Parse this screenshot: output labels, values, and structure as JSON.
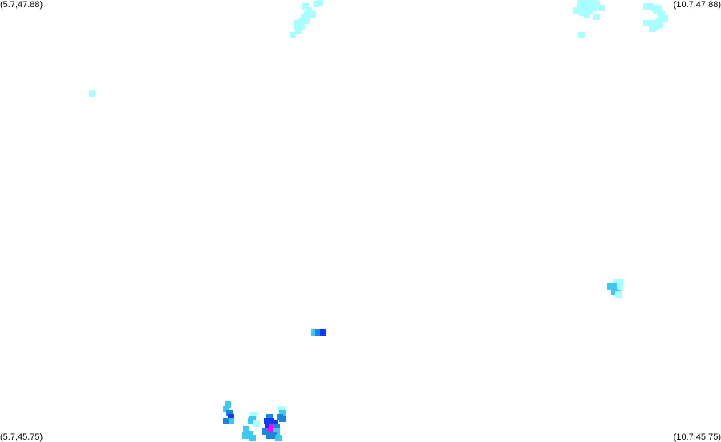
{
  "map": {
    "corners": {
      "top_left": "(5.7,47.88)",
      "top_right": "(10.7,47.88)",
      "bottom_left": "(5.7,45.75)",
      "bottom_right": "(10.7,45.75)"
    },
    "intensity_colors": {
      "1": "#a8fffe",
      "2": "#3fc8f4",
      "3": "#1a86e0",
      "4": "#0f3cf0",
      "5": "#ff00ff"
    },
    "precip_cells": [
      [
        6.34,
        47.43,
        1
      ],
      [
        7.92,
        47.88,
        1
      ],
      [
        7.89,
        47.86,
        1
      ],
      [
        7.82,
        47.85,
        1
      ],
      [
        7.84,
        47.83,
        1
      ],
      [
        7.83,
        47.81,
        1
      ],
      [
        7.81,
        47.8,
        1
      ],
      [
        7.87,
        47.81,
        1
      ],
      [
        7.83,
        47.79,
        1
      ],
      [
        7.79,
        47.78,
        1
      ],
      [
        7.82,
        47.78,
        1
      ],
      [
        7.76,
        47.77,
        1
      ],
      [
        7.79,
        47.75,
        1
      ],
      [
        7.76,
        47.75,
        1
      ],
      [
        7.77,
        47.73,
        1
      ],
      [
        7.73,
        47.71,
        1
      ],
      [
        9.72,
        47.88,
        1
      ],
      [
        9.75,
        47.88,
        1
      ],
      [
        9.78,
        47.88,
        1
      ],
      [
        9.81,
        47.88,
        1
      ],
      [
        9.72,
        47.86,
        1
      ],
      [
        9.75,
        47.86,
        1
      ],
      [
        9.78,
        47.86,
        1
      ],
      [
        9.81,
        47.86,
        1
      ],
      [
        9.84,
        47.86,
        1
      ],
      [
        9.73,
        47.85,
        1
      ],
      [
        9.76,
        47.85,
        1
      ],
      [
        9.79,
        47.85,
        1
      ],
      [
        9.82,
        47.84,
        1
      ],
      [
        9.87,
        47.84,
        1
      ],
      [
        9.7,
        47.83,
        1
      ],
      [
        9.73,
        47.83,
        1
      ],
      [
        9.76,
        47.83,
        1
      ],
      [
        9.79,
        47.83,
        1
      ],
      [
        9.74,
        47.82,
        1
      ],
      [
        9.77,
        47.81,
        1
      ],
      [
        9.84,
        47.8,
        1
      ],
      [
        9.73,
        47.71,
        1
      ],
      [
        10.18,
        47.85,
        1
      ],
      [
        10.21,
        47.85,
        1
      ],
      [
        10.24,
        47.84,
        1
      ],
      [
        10.27,
        47.84,
        1
      ],
      [
        10.25,
        47.83,
        1
      ],
      [
        10.28,
        47.82,
        1
      ],
      [
        10.29,
        47.81,
        1
      ],
      [
        10.31,
        47.79,
        1
      ],
      [
        10.27,
        47.78,
        1
      ],
      [
        10.24,
        47.77,
        1
      ],
      [
        10.21,
        47.77,
        1
      ],
      [
        10.18,
        47.77,
        1
      ],
      [
        10.26,
        47.76,
        1
      ],
      [
        10.28,
        47.76,
        1
      ],
      [
        10.25,
        47.75,
        1
      ],
      [
        10.22,
        47.74,
        1
      ],
      [
        9.97,
        46.52,
        1
      ],
      [
        10.0,
        46.52,
        1
      ],
      [
        9.93,
        46.5,
        2
      ],
      [
        9.96,
        46.5,
        2
      ],
      [
        9.98,
        46.49,
        2
      ],
      [
        10.0,
        46.5,
        1
      ],
      [
        9.96,
        46.47,
        2
      ],
      [
        9.99,
        46.46,
        1
      ],
      [
        7.88,
        46.28,
        2
      ],
      [
        7.91,
        46.28,
        3
      ],
      [
        7.94,
        46.28,
        4
      ],
      [
        7.28,
        45.93,
        2
      ],
      [
        7.27,
        45.91,
        2
      ],
      [
        7.29,
        45.89,
        3
      ],
      [
        7.3,
        45.87,
        4
      ],
      [
        7.3,
        45.85,
        2
      ],
      [
        7.27,
        45.85,
        3
      ],
      [
        7.46,
        45.88,
        1
      ],
      [
        7.45,
        45.86,
        2
      ],
      [
        7.44,
        45.85,
        2
      ],
      [
        7.48,
        45.84,
        1
      ],
      [
        7.65,
        45.91,
        1
      ],
      [
        7.66,
        45.89,
        2
      ],
      [
        7.64,
        45.87,
        3
      ],
      [
        7.66,
        45.86,
        3
      ],
      [
        7.57,
        45.87,
        3
      ],
      [
        7.55,
        45.85,
        4
      ],
      [
        7.58,
        45.85,
        4
      ],
      [
        7.61,
        45.84,
        4
      ],
      [
        7.56,
        45.82,
        4
      ],
      [
        7.59,
        45.82,
        5
      ],
      [
        7.62,
        45.82,
        3
      ],
      [
        7.54,
        45.8,
        3
      ],
      [
        7.58,
        45.8,
        5
      ],
      [
        7.62,
        45.8,
        2
      ],
      [
        7.57,
        45.78,
        3
      ],
      [
        7.6,
        45.78,
        3
      ],
      [
        7.63,
        45.77,
        2
      ],
      [
        7.41,
        45.81,
        2
      ],
      [
        7.43,
        45.79,
        2
      ],
      [
        7.4,
        45.78,
        2
      ],
      [
        7.45,
        45.77,
        2
      ]
    ]
  }
}
